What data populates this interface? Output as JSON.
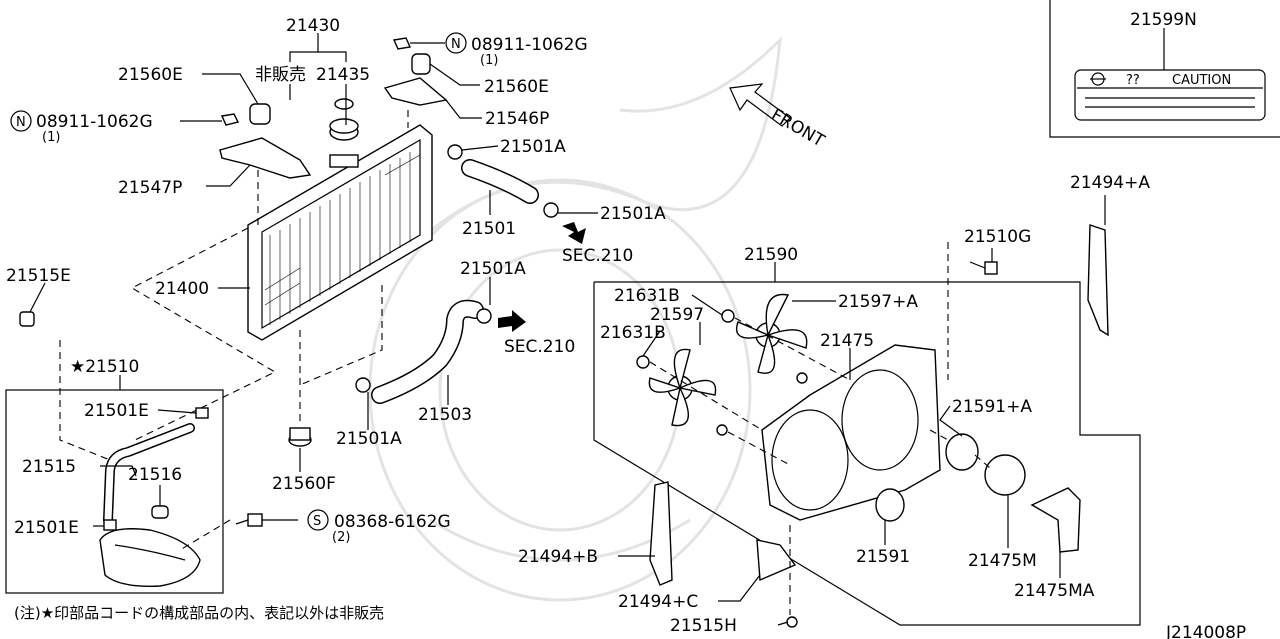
{
  "labels": {
    "p21430": "21430",
    "hibanbai": "非販売",
    "p21435": "21435",
    "p21560E_l": "21560E",
    "n_left": "N",
    "p08911_l": "08911-1062G",
    "qty1_l": "(1)",
    "p21547P": "21547P",
    "n_top": "N",
    "p08911_t": "08911-1062G",
    "qty1_t": "(1)",
    "p21560E_r": "21560E",
    "p21546P": "21546P",
    "p21501A_1": "21501A",
    "p21501A_2": "21501A",
    "p21501": "21501",
    "sec210_1": "SEC.210",
    "p21501A_3": "21501A",
    "sec210_2": "SEC.210",
    "p21503": "21503",
    "p21501A_4": "21501A",
    "p21400": "21400",
    "p21515E": "21515E",
    "p21510": "★21510",
    "p21501E_1": "21501E",
    "p21515": "21515",
    "p21516": "21516",
    "p21501E_2": "21501E",
    "p21560F": "21560F",
    "s_mark": "S",
    "p08368": "08368-6162G",
    "qty2": "(2)",
    "front": "FRONT",
    "p21599N": "21599N",
    "caution_q": "??",
    "caution": "CAUTION",
    "p21494A": "21494+A",
    "p21510G": "21510G",
    "p21590": "21590",
    "p21631B_1": "21631B",
    "p21597": "21597",
    "p21597A": "21597+A",
    "p21631B_2": "21631B",
    "p21475": "21475",
    "p21591A": "21591+A",
    "p21591": "21591",
    "p21475M": "21475M",
    "p21475MA": "21475MA",
    "p21494B": "21494+B",
    "p21494C": "21494+C",
    "p21515H": "21515H",
    "note": "(注)★印部品コードの構成部品の内、表記以外は非販売",
    "diagram_id": "J214008P"
  }
}
